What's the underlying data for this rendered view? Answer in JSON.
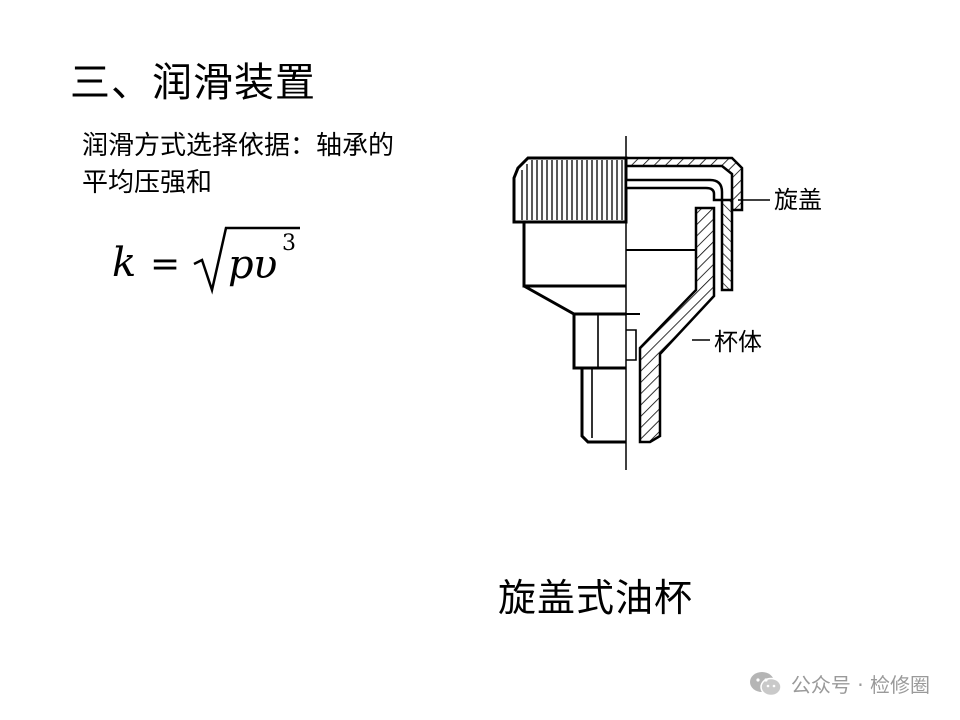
{
  "slide": {
    "title": "三、润滑装置",
    "description": "润滑方式选择依据：轴承的平均压强和",
    "formula": {
      "lhs": "k",
      "equals": "=",
      "radicand_p": "p",
      "radicand_v": "υ",
      "exponent": "3"
    },
    "drawing": {
      "label_cap": "旋盖",
      "label_body": "杯体"
    },
    "caption": "旋盖式油杯"
  },
  "watermark": {
    "icon": "wechat-icon",
    "text": "公众号 · 检修圈"
  }
}
